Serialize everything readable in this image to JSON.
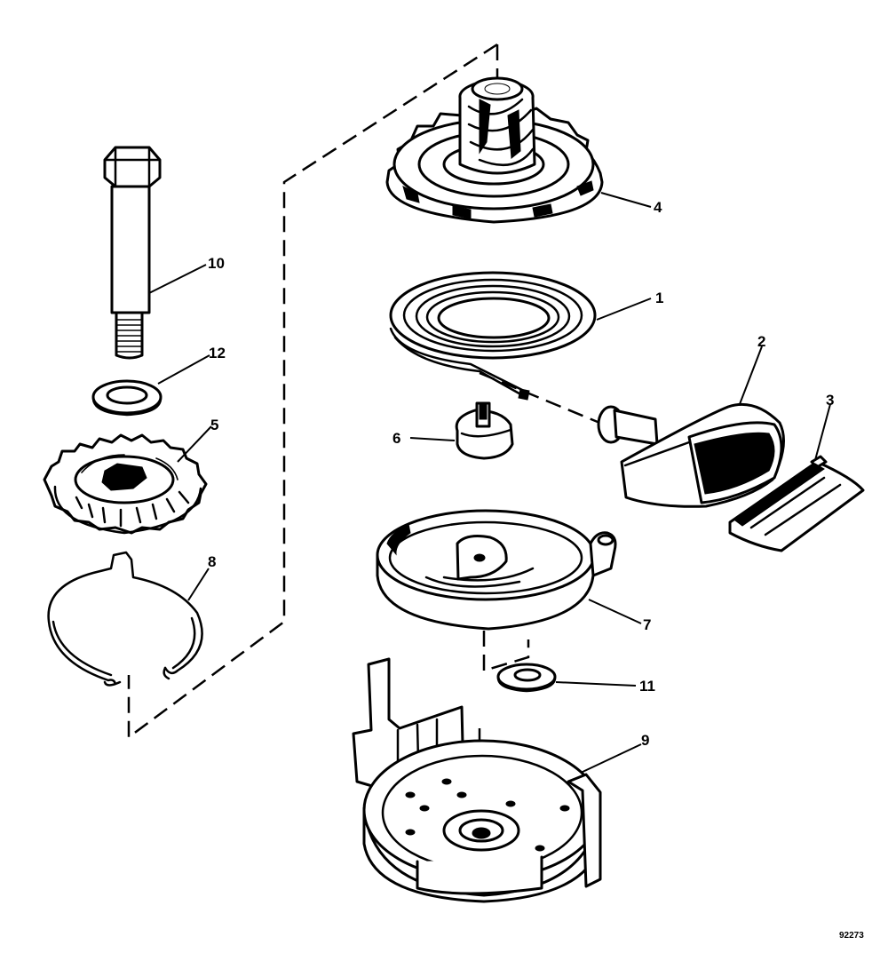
{
  "diagram": {
    "callouts": [
      "1",
      "2",
      "3",
      "4",
      "5",
      "6",
      "7",
      "8",
      "9",
      "10",
      "11",
      "12"
    ],
    "figure_id": "92273"
  }
}
